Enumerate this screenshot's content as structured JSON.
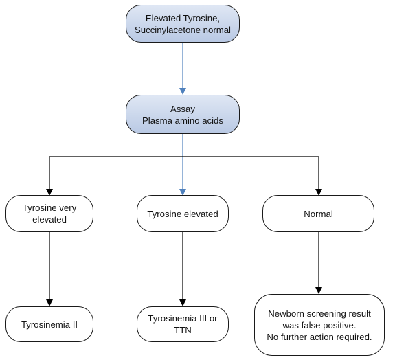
{
  "nodes": {
    "start": {
      "line1": "Elevated Tyrosine,",
      "line2": "Succinylacetone normal"
    },
    "assay": {
      "line1": "Assay",
      "line2": "Plasma amino acids"
    },
    "very_elevated": {
      "line1": "Tyrosine very",
      "line2": "elevated"
    },
    "elevated": {
      "line1": "Tyrosine elevated"
    },
    "normal": {
      "line1": "Normal"
    },
    "tyrosinemia_ii": {
      "line1": "Tyrosinemia II"
    },
    "tyrosinemia_iii": {
      "line1": "Tyrosinemia III or",
      "line2": "TTN"
    },
    "false_positive": {
      "line1": "Newborn screening result",
      "line2": "was false positive.",
      "line3": "No further action required."
    }
  },
  "colors": {
    "line_black": "#000000",
    "line_blue": "#4f81bd",
    "node_fill_blue_top": "#dfe7f4",
    "node_fill_blue_bottom": "#b9c9e4",
    "node_border": "#1a1a1a"
  }
}
